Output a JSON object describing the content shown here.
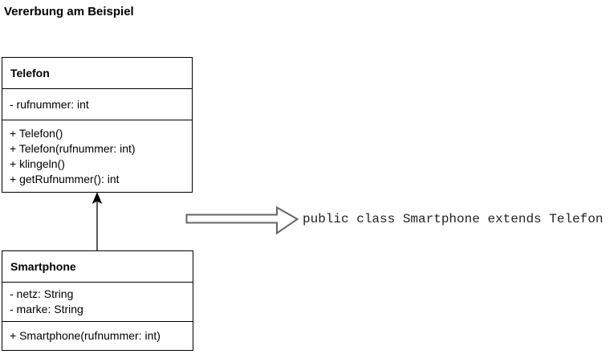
{
  "title": "Vererbung am Beispiel",
  "colors": {
    "box_border": "#000000",
    "box_fill": "#ffffff",
    "inheritance_arrow": "#000000",
    "big_arrow_outline": "#666666",
    "big_arrow_fill": "#ffffff",
    "code_text_color": "#222222"
  },
  "classes": [
    {
      "name": "Telefon",
      "attributes": [
        "- rufnummer: int"
      ],
      "methods": [
        "+ Telefon()",
        "+ Telefon(rufnummer: int)",
        "+ klingeln()",
        "+ getRufnummer(): int"
      ]
    },
    {
      "name": "Smartphone",
      "attributes": [
        "- netz: String",
        "- marke: String"
      ],
      "methods": [
        "+ Smartphone(rufnummer: int)"
      ]
    }
  ],
  "annotation": {
    "code": "public class Smartphone extends Telefon"
  }
}
